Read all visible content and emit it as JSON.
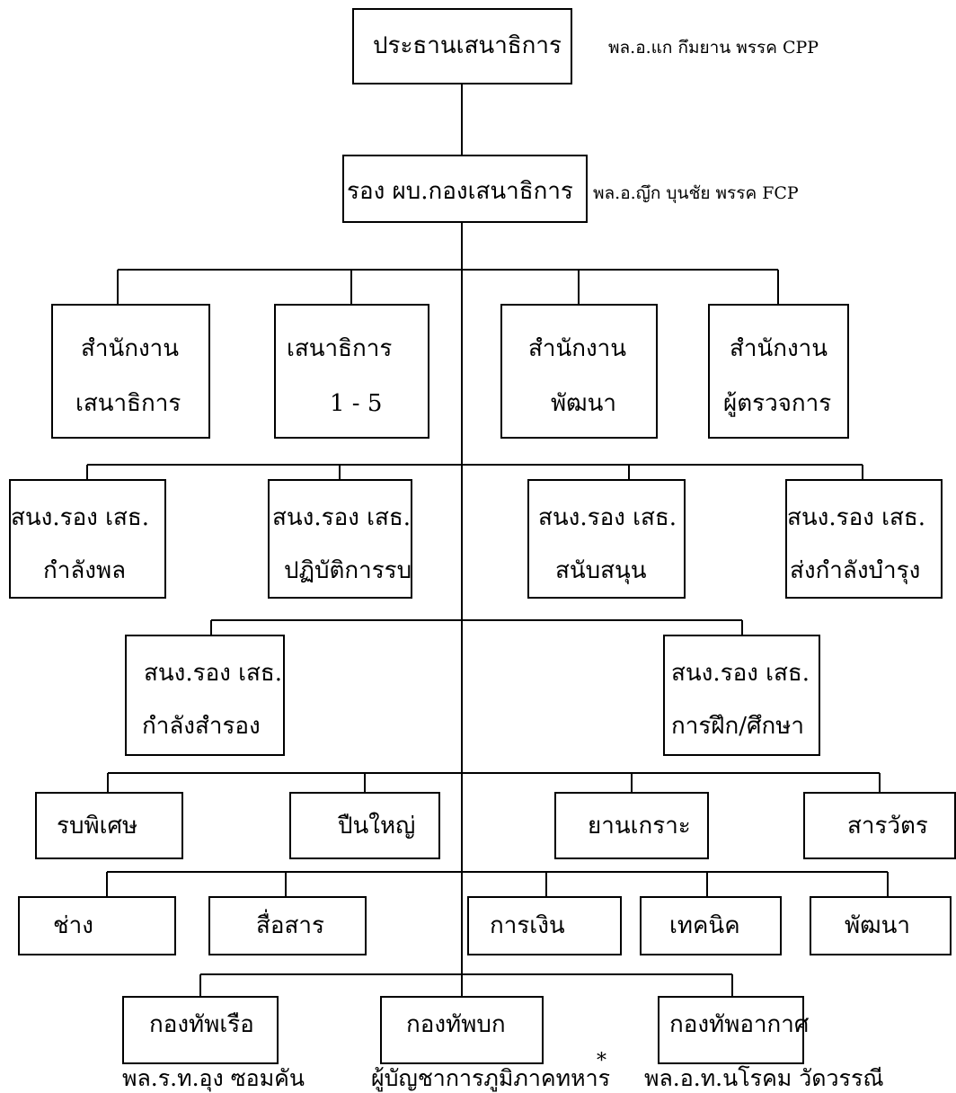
{
  "org_chart": {
    "chief": {
      "title": "ประธานเสนาธิการ",
      "holder": "พล.อ.แก กึมยาน  พรรค CPP"
    },
    "deputy": {
      "title": "รอง ผบ.กองเสนาธิการ",
      "holder": "พล.อ.ญึก บุนชัย  พรรค FCP"
    },
    "offices": [
      {
        "line1": "สำนักงาน",
        "line2": "เสนาธิการ"
      },
      {
        "line1": "เสนาธิการ",
        "line2": "1 - 5"
      },
      {
        "line1": "สำนักงาน",
        "line2": "พัฒนา"
      },
      {
        "line1": "สำนักงาน",
        "line2": "ผู้ตรวจการ"
      }
    ],
    "asst_row1": [
      {
        "line1": "สนง.รอง เสธ.",
        "line2": "กำลังพล"
      },
      {
        "line1": "สนง.รอง เสธ.",
        "line2": "ปฏิบัติการรบ"
      },
      {
        "line1": "สนง.รอง เสธ.",
        "line2": "สนับสนุน"
      },
      {
        "line1": "สนง.รอง เสธ.",
        "line2": "ส่งกำลังบำรุง"
      }
    ],
    "asst_row2": [
      {
        "line1": "สนง.รอง เสธ.",
        "line2": "กำลังสำรอง"
      },
      {
        "line1": "สนง.รอง เสธ.",
        "line2": "การฝึก/ศึกษา"
      }
    ],
    "branches_row1": [
      "รบพิเศษ",
      "ปืนใหญ่",
      "ยานเกราะ",
      "สารวัตร"
    ],
    "branches_row2": [
      "ช่าง",
      "สื่อสาร",
      "การเงิน",
      "เทคนิค",
      "พัฒนา"
    ],
    "services": [
      {
        "name": "กองทัพเรือ",
        "commander": "พล.ร.ท.อุง  ซอมคัน"
      },
      {
        "name": "กองทัพบก",
        "commander": "ผู้บัญชาการภูมิภาคทหาร",
        "mark": "*"
      },
      {
        "name": "กองทัพอากาศ",
        "commander": "พล.อ.ท.นโรคม  วัดวรรณี"
      }
    ]
  }
}
